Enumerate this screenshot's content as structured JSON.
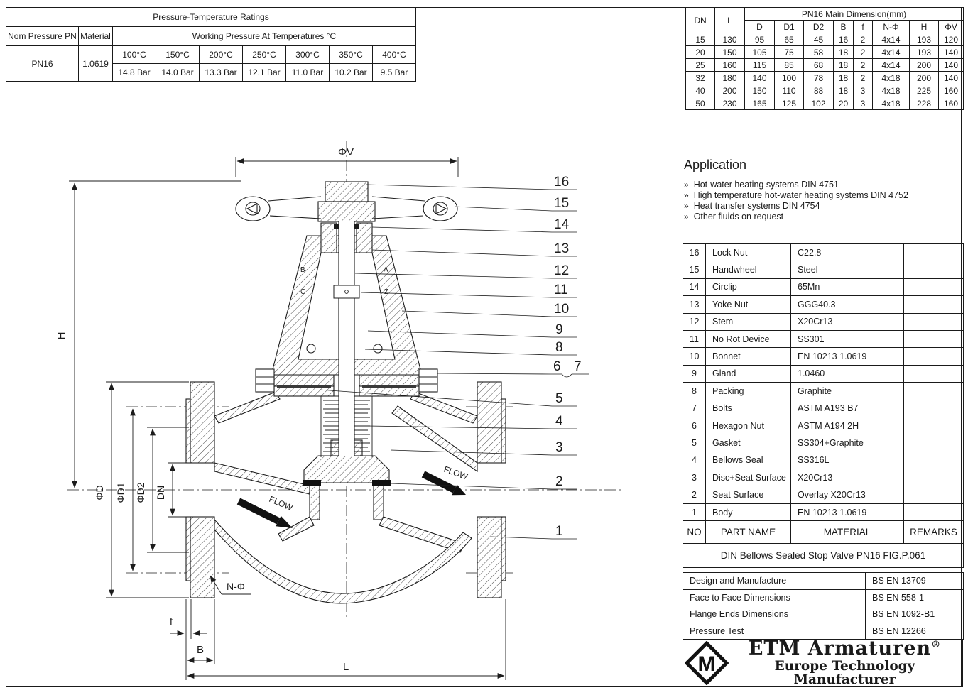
{
  "pt_table": {
    "title": "Pressure-Temperature Ratings",
    "col_nom": "Nom Pressure PN",
    "col_material": "Material",
    "col_working": "Working Pressure At Temperatures °C",
    "nom_pressure": "PN16",
    "material": "1.0619",
    "temperatures": [
      "100°C",
      "150°C",
      "200°C",
      "250°C",
      "300°C",
      "350°C",
      "400°C"
    ],
    "pressures": [
      "14.8 Bar",
      "14.0 Bar",
      "13.3 Bar",
      "12.1 Bar",
      "11.0 Bar",
      "10.2 Bar",
      "9.5 Bar"
    ]
  },
  "dim_table": {
    "col_dn": "DN",
    "col_l": "L",
    "span_header": "PN16 Main Dimension(mm)",
    "sub_headers": [
      "D",
      "D1",
      "D2",
      "B",
      "f",
      "N-Φ",
      "H",
      "ΦV"
    ],
    "rows": [
      [
        "15",
        "130",
        "95",
        "65",
        "45",
        "16",
        "2",
        "4x14",
        "193",
        "120"
      ],
      [
        "20",
        "150",
        "105",
        "75",
        "58",
        "18",
        "2",
        "4x14",
        "193",
        "140"
      ],
      [
        "25",
        "160",
        "115",
        "85",
        "68",
        "18",
        "2",
        "4x14",
        "200",
        "140"
      ],
      [
        "32",
        "180",
        "140",
        "100",
        "78",
        "18",
        "2",
        "4x18",
        "200",
        "140"
      ],
      [
        "40",
        "200",
        "150",
        "110",
        "88",
        "18",
        "3",
        "4x18",
        "225",
        "160"
      ],
      [
        "50",
        "230",
        "165",
        "125",
        "102",
        "20",
        "3",
        "4x18",
        "228",
        "160"
      ]
    ]
  },
  "application": {
    "title": "Application",
    "bullet": "»",
    "items": [
      "Hot-water heating systems DIN 4751",
      "High temperature hot-water heating systems DIN 4752",
      "Heat transfer systems DIN 4754",
      "Other fluids on request"
    ]
  },
  "parts_table": {
    "header": {
      "no": "NO",
      "name": "PART NAME",
      "material": "MATERIAL",
      "remarks": "REMARKS"
    },
    "rows": [
      {
        "no": "16",
        "name": "Lock Nut",
        "material": "C22.8",
        "remarks": ""
      },
      {
        "no": "15",
        "name": "Handwheel",
        "material": "Steel",
        "remarks": ""
      },
      {
        "no": "14",
        "name": "Circlip",
        "material": "65Mn",
        "remarks": ""
      },
      {
        "no": "13",
        "name": "Yoke Nut",
        "material": "GGG40.3",
        "remarks": ""
      },
      {
        "no": "12",
        "name": "Stem",
        "material": "X20Cr13",
        "remarks": ""
      },
      {
        "no": "11",
        "name": "No Rot Device",
        "material": "SS301",
        "remarks": ""
      },
      {
        "no": "10",
        "name": "Bonnet",
        "material": "EN 10213 1.0619",
        "remarks": ""
      },
      {
        "no": "9",
        "name": "Gland",
        "material": "1.0460",
        "remarks": ""
      },
      {
        "no": "8",
        "name": "Packing",
        "material": "Graphite",
        "remarks": ""
      },
      {
        "no": "7",
        "name": "Bolts",
        "material": "ASTM A193 B7",
        "remarks": ""
      },
      {
        "no": "6",
        "name": "Hexagon Nut",
        "material": "ASTM A194 2H",
        "remarks": ""
      },
      {
        "no": "5",
        "name": "Gasket",
        "material": "SS304+Graphite",
        "remarks": ""
      },
      {
        "no": "4",
        "name": "Bellows Seal",
        "material": "SS316L",
        "remarks": ""
      },
      {
        "no": "3",
        "name": "Disc+Seat Surface",
        "material": "X20Cr13",
        "remarks": ""
      },
      {
        "no": "2",
        "name": "Seat Surface",
        "material": "Overlay X20Cr13",
        "remarks": ""
      },
      {
        "no": "1",
        "name": "Body",
        "material": "EN 10213 1.0619",
        "remarks": ""
      }
    ],
    "caption": "DIN Bellows Sealed Stop Valve PN16 FIG.P.061"
  },
  "standards_table": {
    "rows": [
      {
        "label": "Design and Manufacture",
        "value": "BS EN 13709"
      },
      {
        "label": "Face to Face Dimensions",
        "value": "BS EN 558-1"
      },
      {
        "label": "Flange Ends Dimensions",
        "value": "BS EN 1092-B1"
      },
      {
        "label": "Pressure Test",
        "value": "BS EN 12266"
      }
    ]
  },
  "logo": {
    "brand": "ETM Armaturen",
    "registered": "®",
    "tagline": "Europe Technology Manufacturer",
    "mark": "M"
  },
  "drawing": {
    "dim_labels": {
      "phi_v": "ΦV",
      "h": "H",
      "phi_d": "ΦD",
      "phi_d1": "ΦD1",
      "phi_d2": "ΦD2",
      "dn": "DN",
      "n_phi": "N-Φ",
      "f": "f",
      "b": "B",
      "l": "L"
    },
    "flow_label": "FLOW",
    "callouts": [
      "16",
      "15",
      "14",
      "13",
      "12",
      "11",
      "10",
      "9",
      "8",
      "6",
      "7",
      "5",
      "4",
      "3",
      "2",
      "1"
    ],
    "weld_marks": [
      "B",
      "A",
      "C",
      "Z"
    ]
  }
}
